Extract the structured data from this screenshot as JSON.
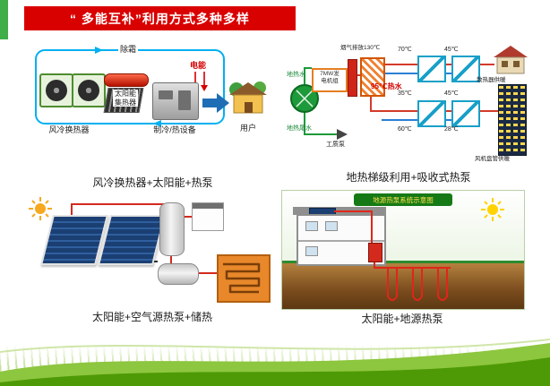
{
  "slide": {
    "title": "“ 多能互补”利用方式多种多样"
  },
  "panels": {
    "air_solar_hp": {
      "caption": "风冷换热器+太阳能+热泵",
      "labels": {
        "defrost": "除霜",
        "electric": "电能",
        "fan_unit": "风冷换热器",
        "solar_line1": "太阳能",
        "solar_line2": "集热器",
        "hvac_unit": "制冷/热设备",
        "user": "用户"
      }
    },
    "geo_cascade": {
      "caption": "地热梯级利用+吸收式热泵",
      "labels": {
        "genset_line1": "7MW发",
        "genset_line2": "电机组",
        "flue": "烟气排放130℃",
        "hot_water": "95℃热水",
        "geo_water": "地热水",
        "geo_tail": "地热尾水",
        "pump": "工质泵",
        "t_70": "70℃",
        "t_45a": "45℃",
        "t_35": "35℃",
        "t_45b": "45℃",
        "t_60": "60℃",
        "t_28": "28℃",
        "radiator": "散热器供暖",
        "fancoil": "风机盘管供暖"
      }
    },
    "solar_ashp": {
      "caption": "太阳能+空气源热泵+储热"
    },
    "solar_gshp": {
      "caption": "太阳能+地源热泵",
      "banner": "地源热泵系统示意图"
    }
  },
  "colors": {
    "title_banner": "#d90000",
    "accent_green": "#3fae49",
    "pipe_cyan": "#00b0f0",
    "hot_pipe_red": "#d43a2a",
    "wave_light": "#8dc63f",
    "wave_dark": "#4e9a06"
  }
}
